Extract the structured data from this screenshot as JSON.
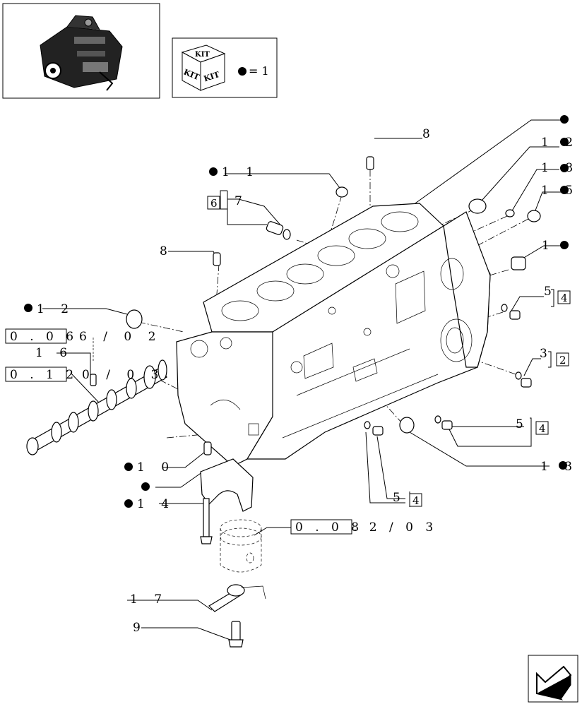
{
  "kit": {
    "word": "KIT",
    "legend_value": "= 1"
  },
  "labels": {
    "top_right": "",
    "p12_top": "1 2",
    "p18": "1 8",
    "p15": "1 5",
    "p1": "1",
    "p8_top": "8",
    "p11": "1 1",
    "p7": "7",
    "p6_box": "6",
    "p8_left": "8",
    "p12_left": "1 2",
    "p5a": "5",
    "p4a_box": "4",
    "p3": "3",
    "p2_box": "2",
    "p5b": "5",
    "p4b_box": "4",
    "p13": "1 3",
    "p5c": "5",
    "p4c_box": "4",
    "p10": "1 0",
    "p14": "1 4",
    "p16": "1 6",
    "p17": "1 7",
    "p9": "9",
    "ref_006": "0 . 0 6",
    "ref_006_suffix": "6 / 0 2",
    "ref_012": "0 . 1 2",
    "ref_012_suffix": "0 / 0 3",
    "ref_008": "0 . 0 8",
    "ref_008_suffix": ". 2 / 0 3"
  }
}
